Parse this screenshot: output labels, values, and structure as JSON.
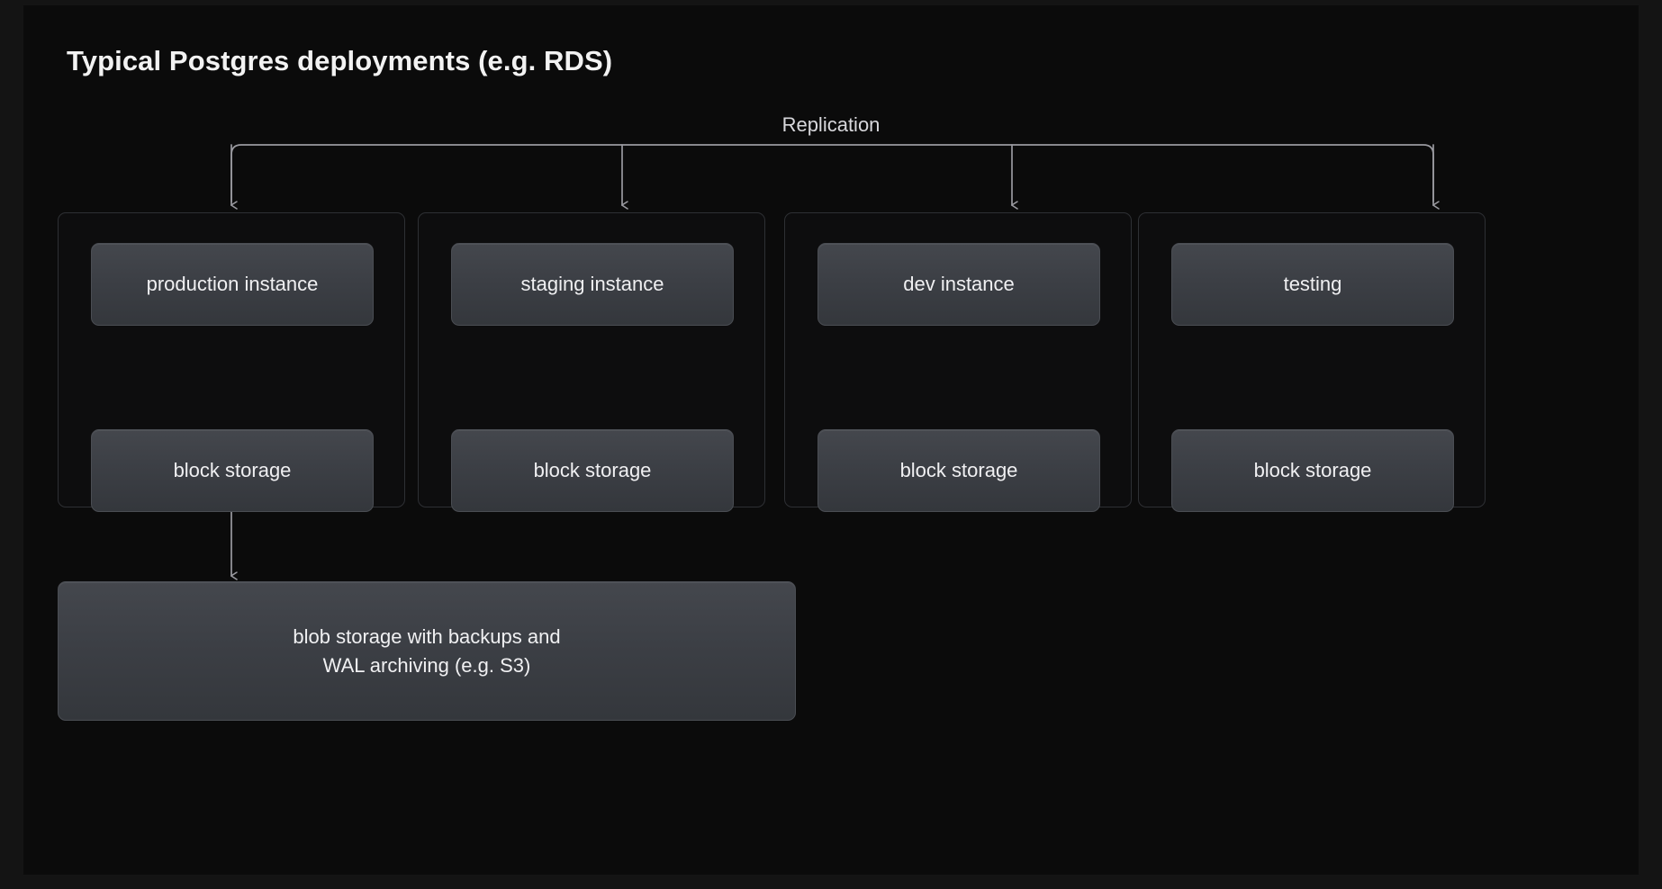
{
  "diagram": {
    "title": "Typical Postgres deployments (e.g. RDS)",
    "replication_label": "Replication",
    "groups": [
      {
        "instance": "production instance",
        "storage": "block storage"
      },
      {
        "instance": "staging instance",
        "storage": "block storage"
      },
      {
        "instance": "dev instance",
        "storage": "block storage"
      },
      {
        "instance": "testing",
        "storage": "block storage"
      }
    ],
    "blob_storage": {
      "line1": "blob storage with backups and",
      "line2": "WAL archiving (e.g. S3)"
    },
    "colors": {
      "page_background": "#141414",
      "canvas_background": "#0b0b0b",
      "group_background": "#0d0d0e",
      "group_border": "#2e3034",
      "node_fill_top": "#44474d",
      "node_fill_bottom": "#34373c",
      "node_border": "#4a4d53",
      "text_primary": "#f0f0f2",
      "title_color": "#f2f2f2",
      "connector_stroke": "#9a9aa0"
    }
  }
}
